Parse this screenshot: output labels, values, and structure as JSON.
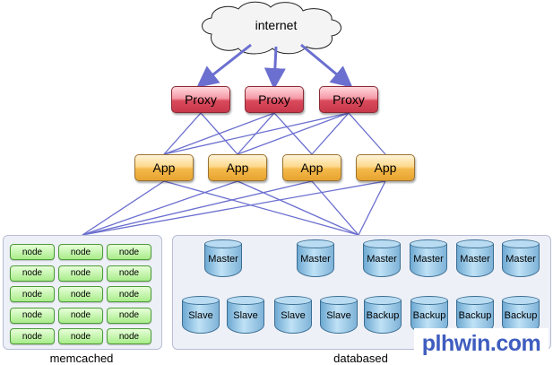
{
  "internet": "internet",
  "proxies": [
    "Proxy",
    "Proxy",
    "Proxy"
  ],
  "apps": [
    "App",
    "App",
    "App",
    "App"
  ],
  "memcached": {
    "label": "memcached",
    "node_label": "node",
    "rows": 5,
    "cols": 3
  },
  "databased": {
    "label": "databased",
    "masters": [
      "Master",
      "Master",
      "Master",
      "Master",
      "Master",
      "Master"
    ],
    "slaves": [
      "Slave",
      "Slave",
      "Slave",
      "Slave"
    ],
    "backups": [
      "Backup",
      "Backup",
      "Backup",
      "Backup"
    ]
  },
  "watermark": "plhwin.com",
  "colors": {
    "connector": "#6b6fcf",
    "db_arrow": "#1e7a2e",
    "watermark_main": "#3f5dbf",
    "watermark_accent": "#e0402a"
  }
}
